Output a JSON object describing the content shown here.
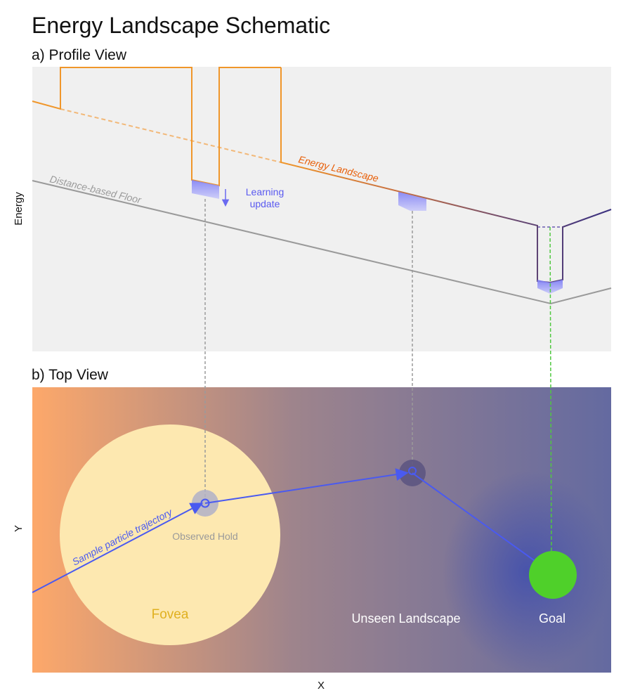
{
  "title": "Energy Landscape Schematic",
  "panel_a": {
    "title": "a) Profile View",
    "y_axis_label": "Energy",
    "energy_landscape_label": "Energy Landscape",
    "floor_label": "Distance-based Floor",
    "learning_update_line1": "Learning",
    "learning_update_line2": "update"
  },
  "panel_b": {
    "title": "b) Top View",
    "y_axis_label": "Y",
    "x_axis_label": "X",
    "trajectory_label": "Sample particle trajectory",
    "observed_hold_label": "Observed Hold",
    "fovea_label": "Fovea",
    "unseen_label": "Unseen Landscape",
    "goal_label": "Goal"
  },
  "colors": {
    "orange": "#f0962a",
    "dark_orange_text": "#e8600a",
    "purple_line": "#4b3a7a",
    "floor_gray": "#9a9a9a",
    "panel_bg": "#f0f0f0",
    "learning_blue": "#6a6af0",
    "fovea_fill": "#fde8b0",
    "fovea_text": "#e0b020",
    "trajectory_blue": "#4a5af0",
    "goal_green": "#4fd02a",
    "connector_green": "#50c840"
  }
}
